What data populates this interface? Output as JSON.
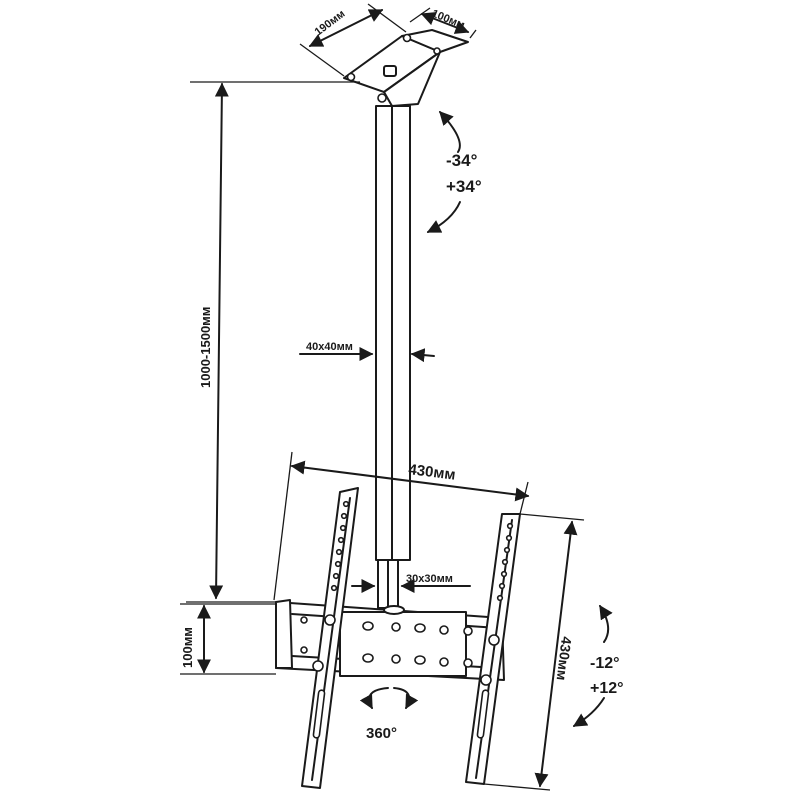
{
  "dimensions": {
    "top_width": "190мм",
    "top_depth": "100мм",
    "pole_length": "1000-1500мм",
    "pole_section": "40х40мм",
    "inner_pole_section": "30х30мм",
    "bracket_width": "430мм",
    "bracket_height": "430мм",
    "rail_height": "100мм"
  },
  "angles": {
    "tilt_top_neg": "-34°",
    "tilt_top_pos": "+34°",
    "tilt_bottom_neg": "-12°",
    "tilt_bottom_pos": "+12°",
    "rotation": "360°"
  },
  "colors": {
    "line": "#1a1a1a",
    "fill": "#ffffff"
  }
}
